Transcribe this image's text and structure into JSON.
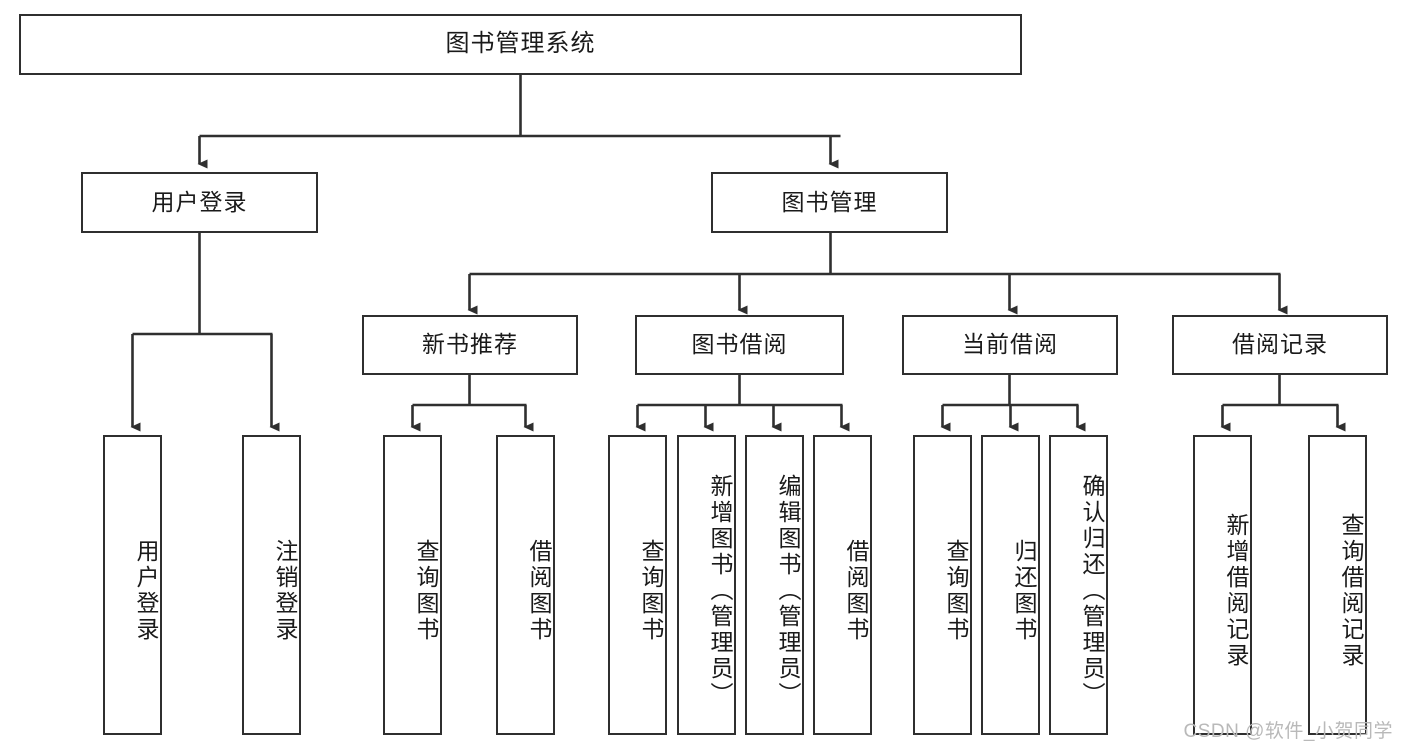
{
  "diagram": {
    "title": "图书管理系统",
    "type": "hierarchy-tree",
    "root": {
      "label": "图书管理系统"
    },
    "level2": [
      {
        "label": "用户登录"
      },
      {
        "label": "图书管理"
      }
    ],
    "level3": [
      {
        "label": "新书推荐"
      },
      {
        "label": "图书借阅"
      },
      {
        "label": "当前借阅"
      },
      {
        "label": "借阅记录"
      }
    ],
    "leaves": {
      "user_login": [
        {
          "label": "用户登录"
        },
        {
          "label": "注销登录"
        }
      ],
      "new_book_recommend": [
        {
          "label": "查询图书"
        },
        {
          "label": "借阅图书"
        }
      ],
      "book_borrow": [
        {
          "label": "查询图书"
        },
        {
          "label": "新增图书（管理员）"
        },
        {
          "label": "编辑图书（管理员）"
        },
        {
          "label": "借阅图书"
        }
      ],
      "current_borrow": [
        {
          "label": "查询图书"
        },
        {
          "label": "归还图书"
        },
        {
          "label": "确认归还（管理员）"
        }
      ],
      "borrow_record": [
        {
          "label": "新增借阅记录"
        },
        {
          "label": "查询借阅记录"
        }
      ]
    },
    "watermark": "CSDN @软件_小贺同学",
    "colors": {
      "stroke": "#2f2f2f",
      "fill": "#ffffff",
      "text": "#1a1a1a",
      "watermark": "#b9b9b9"
    }
  }
}
